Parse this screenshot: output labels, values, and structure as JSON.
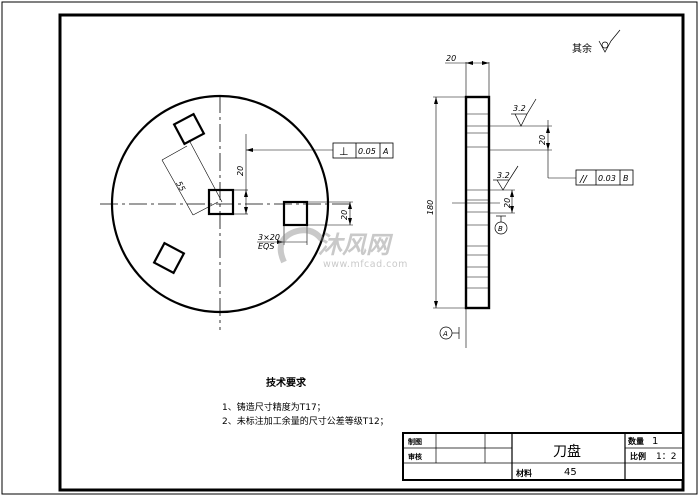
{
  "drawing": {
    "roughness_note": {
      "label": "其余",
      "symbol": "machined-surface-not-removed"
    },
    "front_view": {
      "dimensions": {
        "radial_distance": "55",
        "vertical_offset": "20",
        "square_size": "20",
        "pattern": "3×20",
        "pattern_eqs": "EQS"
      },
      "tolerance_frame": {
        "symbol": "⊥",
        "value": "0.05",
        "datum": "A"
      }
    },
    "side_view": {
      "dimensions": {
        "thickness": "20",
        "diameter": "180",
        "slot_upper": "20",
        "slot_lower": "20"
      },
      "roughness_upper": "3.2",
      "roughness_lower": "3.2",
      "tolerance_frame": {
        "symbol": "//",
        "value": "0.03",
        "datum": "B"
      },
      "datum_a": "A",
      "datum_b": "B"
    },
    "watermark": {
      "brand": "沐风网",
      "url": "www.mfcad.com"
    }
  },
  "tech_requirements": {
    "title": "技术要求",
    "items": [
      "1、铸造尺寸精度为T17；",
      "2、未标注加工余量的尺寸公差等级T12；"
    ]
  },
  "title_block": {
    "drawn_label": "制图",
    "checked_label": "审核",
    "part_name": "刀盘",
    "quantity_label": "数量",
    "quantity_value": "1",
    "scale_label": "比例",
    "scale_value": "1：2",
    "material_label": "材料",
    "material_value": "45"
  }
}
